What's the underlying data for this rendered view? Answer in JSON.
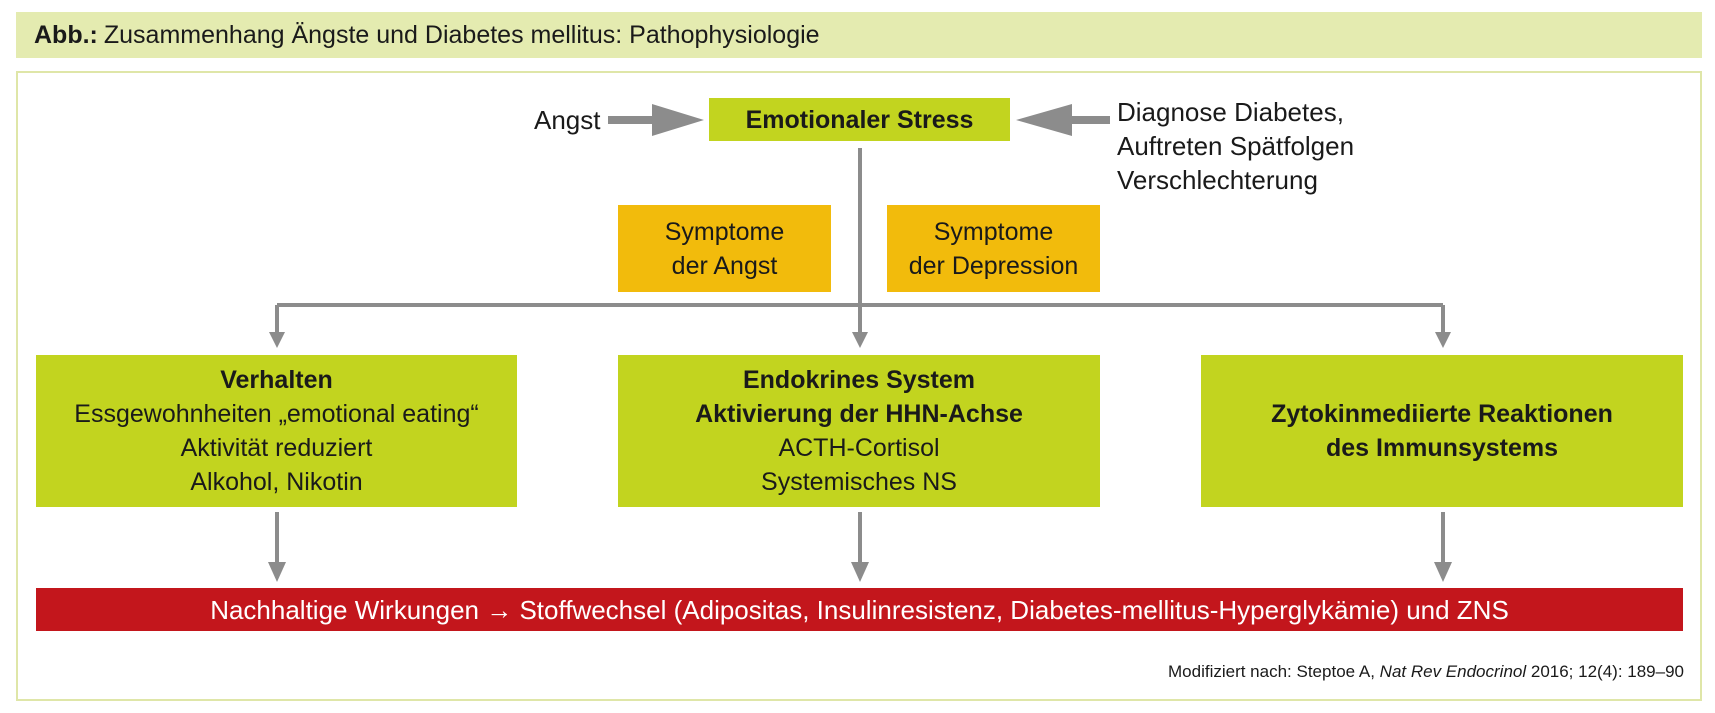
{
  "header": {
    "abbr": "Abb.:",
    "title": "Zusammenhang Ängste und Diabetes mellitus: Pathophysiologie"
  },
  "diagram": {
    "center": "Emotionaler Stress",
    "input_left": "Angst",
    "input_right": [
      "Diagnose Diabetes,",
      "Auftreten Spätfolgen",
      "Verschlechterung"
    ],
    "symptom_boxes": [
      {
        "lines": [
          "Symptome",
          "der Angst"
        ]
      },
      {
        "lines": [
          "Symptome",
          "der Depression"
        ]
      }
    ],
    "mechanisms": [
      {
        "bold": [
          "Verhalten"
        ],
        "lines": [
          "Essgewohnheiten „emotional eating“",
          "Aktivität reduziert",
          "Alkohol, Nikotin"
        ]
      },
      {
        "bold": [
          "Endokrines System",
          "Aktivierung der HHN-Achse"
        ],
        "lines": [
          "ACTH-Cortisol",
          "Systemisches NS"
        ]
      },
      {
        "bold": [
          "Zytokinmediierte Reaktionen",
          "des Immunsystems"
        ],
        "lines": []
      }
    ],
    "outcome": "Nachhaltige Wirkungen → Stoffwechsel (Adipositas, Insulinresistenz, Diabetes-mellitus-Hyperglykämie) und ZNS"
  },
  "source": {
    "prefix": "Modifiziert nach: Steptoe A, ",
    "journal": "Nat Rev Endocrinol",
    "suffix": " 2016; 12(4): 189–90"
  },
  "colors": {
    "header_bg": "#e4ebb0",
    "green": "#c2d41f",
    "orange": "#f2bb0c",
    "red": "#c3161c",
    "arrow": "#8c8c8c"
  }
}
